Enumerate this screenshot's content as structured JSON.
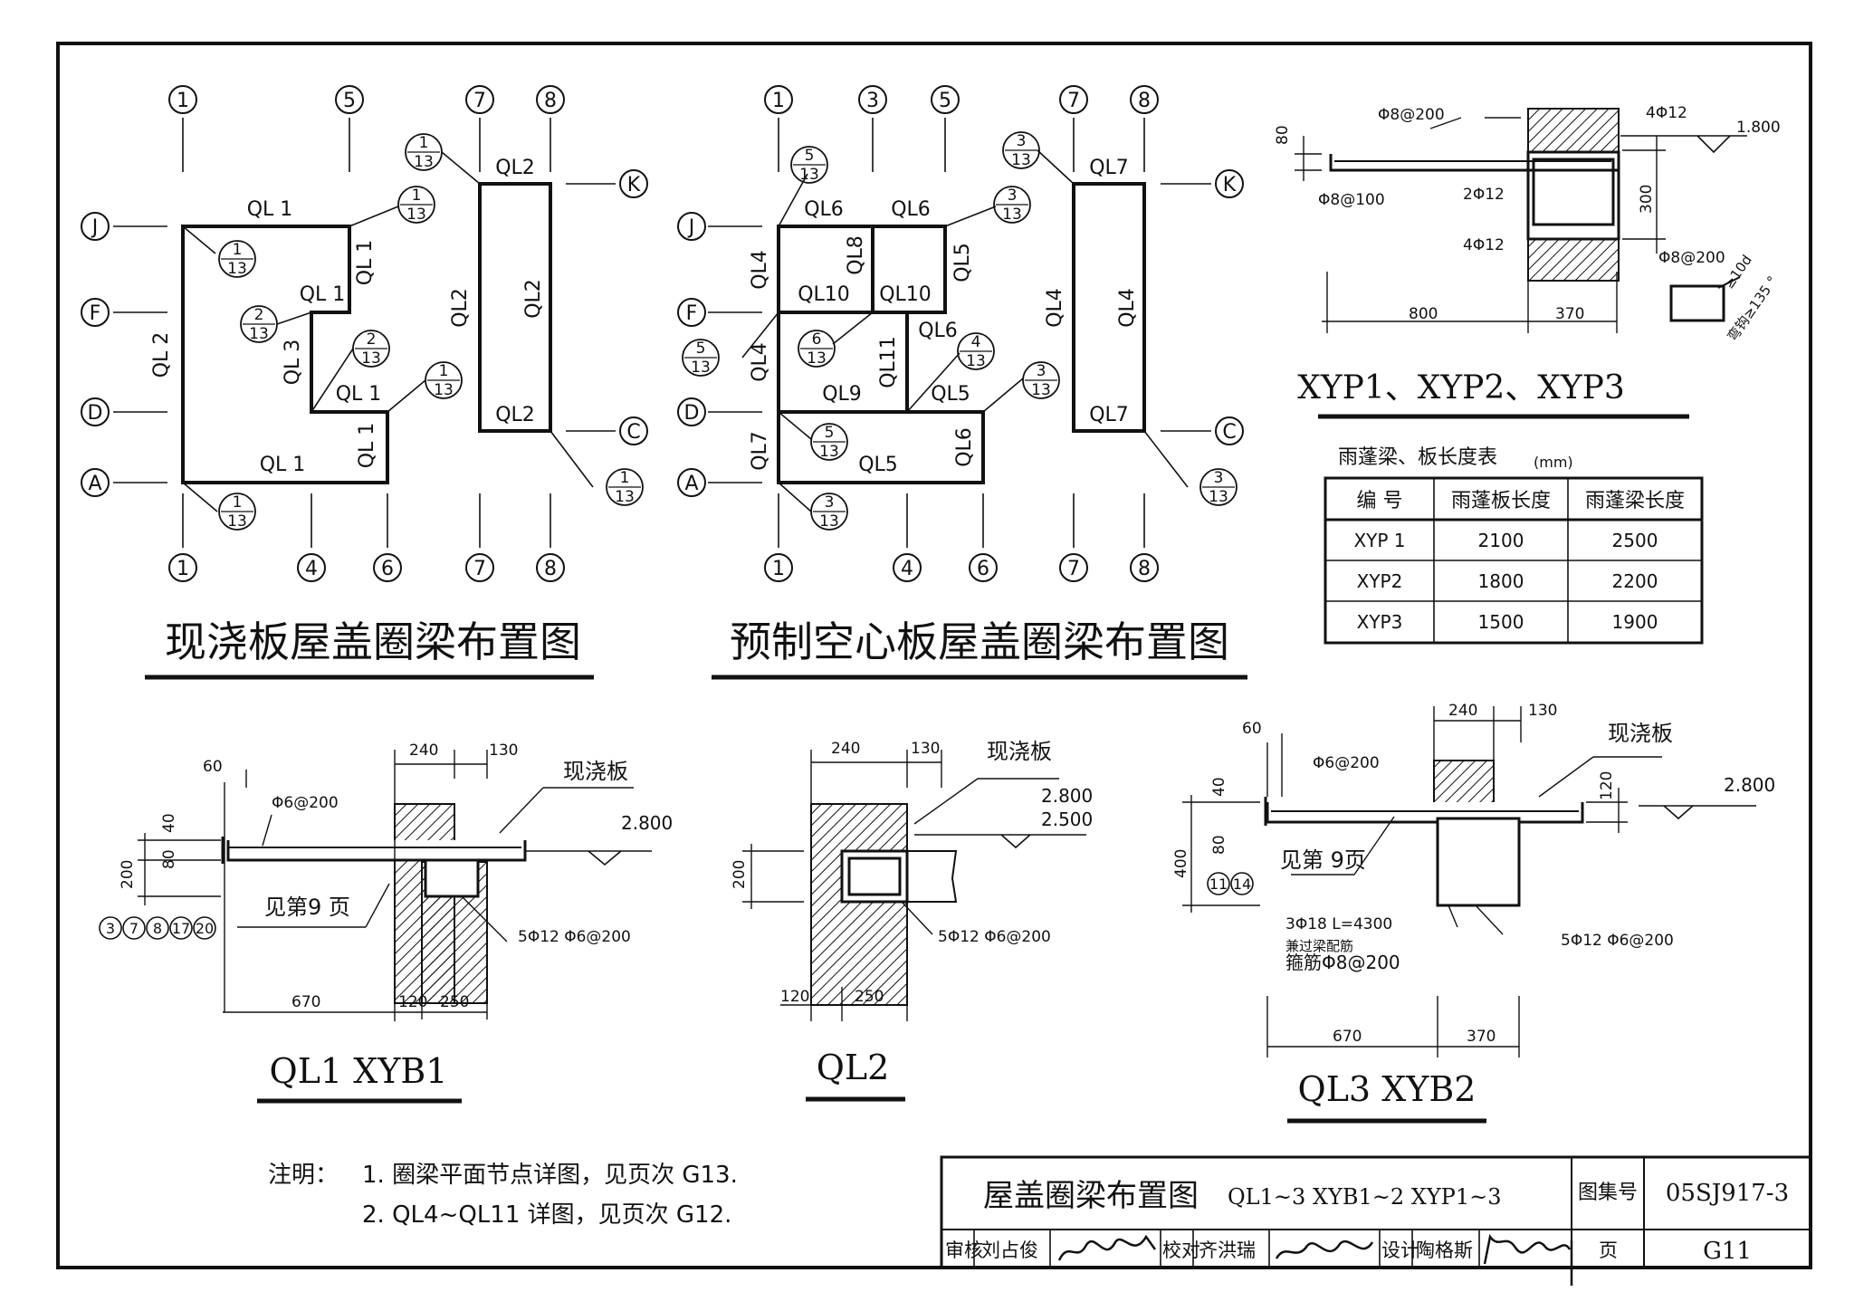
{
  "plan1": {
    "title": "现浇板屋盖圈梁布置图",
    "axes_top": [
      "1",
      "5",
      "7",
      "8"
    ],
    "axes_bottom": [
      "1",
      "4",
      "6",
      "7",
      "8"
    ],
    "axes_left": [
      "J",
      "F",
      "D",
      "A"
    ],
    "axes_right": [
      "K",
      "C"
    ],
    "beams": [
      "QL 1",
      "QL 1",
      "QL 1",
      "QL 1",
      "QL 2",
      "QL 3",
      "QL 1",
      "QL 1",
      "QL2",
      "QL2",
      "QL2",
      "QL2"
    ],
    "detail_num": [
      "1",
      "1",
      "2",
      "2",
      "1",
      "1",
      "1",
      "1"
    ],
    "detail_den": "13"
  },
  "plan2": {
    "title": "预制空心板屋盖圈梁布置图",
    "axes_top": [
      "1",
      "3",
      "5",
      "7",
      "8"
    ],
    "axes_bottom": [
      "1",
      "4",
      "6",
      "7",
      "8"
    ],
    "axes_left": [
      "J",
      "F",
      "D",
      "A"
    ],
    "axes_right": [
      "K",
      "C"
    ],
    "beams": [
      "QL6",
      "QL6",
      "QL4",
      "QL8",
      "QL5",
      "QL10",
      "QL10",
      "QL4",
      "QL11",
      "QL6",
      "QL9",
      "QL5",
      "QL7",
      "QL5",
      "QL6",
      "QL7",
      "QL4",
      "QL4",
      "QL7"
    ],
    "detail_num": [
      "5",
      "3",
      "5",
      "6",
      "4",
      "5",
      "3",
      "3",
      "3",
      "3"
    ],
    "detail_den": "13"
  },
  "xyp": {
    "title": "XYP1、XYP2、XYP3",
    "labels": {
      "a": "Φ8@200",
      "b": "4Φ12",
      "c": "1.800",
      "d": "Φ8@100",
      "e": "2Φ12",
      "f": "4Φ12",
      "g": "Φ8@200",
      "h": "80",
      "i": "300",
      "j": "800",
      "k": "370",
      "l": "≥10d",
      "m": "弯钩≥135 °"
    }
  },
  "table": {
    "caption": "雨蓬梁、板长度表",
    "unit": "(mm)",
    "headers": [
      "编 号",
      "雨蓬板长度",
      "雨蓬梁长度"
    ],
    "rows": [
      [
        "XYP 1",
        "2100",
        "2500"
      ],
      [
        "XYP2",
        "1800",
        "2200"
      ],
      [
        "XYP3",
        "1500",
        "1900"
      ]
    ]
  },
  "sec1": {
    "title": "QL1  XYB1",
    "labels": {
      "a": "60",
      "b": "240",
      "c": "130",
      "d": "现浇板",
      "e": "Φ6@200",
      "f": "2.800",
      "g": "40",
      "h": "80",
      "i": "200",
      "j": "见第9 页",
      "k": "5Φ12  Φ6@200",
      "l": "670",
      "m": "120",
      "n": "250"
    },
    "refs": [
      "3",
      "7",
      "8",
      "17",
      "20"
    ]
  },
  "sec2": {
    "title": "QL2",
    "labels": {
      "a": "240",
      "b": "130",
      "c": "现浇板",
      "d": "2.800",
      "e": "2.500",
      "f": "200",
      "g": "5Φ12  Φ6@200",
      "h": "120",
      "i": "250"
    }
  },
  "sec3": {
    "title": "QL3  XYB2",
    "labels": {
      "a": "240",
      "b": "130",
      "c": "现浇板",
      "d": "60",
      "e": "Φ6@200",
      "f": "120",
      "g": "2.800",
      "h": "40",
      "i": "80",
      "j": "400",
      "k": "见第 9页",
      "l": "3Φ18  L=4300",
      "m": "兼过梁配筋",
      "n": "箍筋Φ8@200",
      "o": "5Φ12  Φ6@200",
      "p": "670",
      "q": "370"
    },
    "refs": [
      "11",
      "14"
    ]
  },
  "notes": {
    "prefix": "注明：",
    "line1": "1. 圈梁平面节点详图，见页次 G13.",
    "line2": "2. QL4~QL11  详图，见页次 G12."
  },
  "titleblock": {
    "name": "屋盖圈梁布置图",
    "sub": "QL1~3 XYB1~2 XYP1~3",
    "atlas_label": "图集号",
    "atlas_no": "05SJ917-3",
    "review": "审核",
    "reviewer": "刘占俊",
    "check": "校对",
    "checker": "齐洪瑞",
    "design": "设计",
    "designer": "陶格斯",
    "page_label": "页",
    "page_no": "G11"
  }
}
